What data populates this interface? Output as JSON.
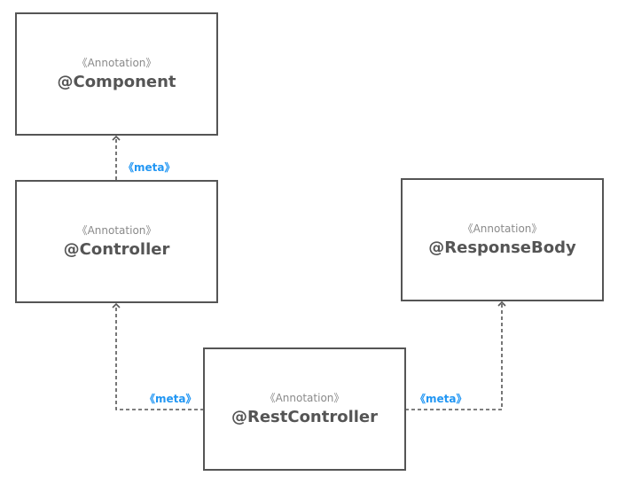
{
  "diagram": {
    "nodes": {
      "component": {
        "stereotype": "《Annotation》",
        "name": "@Component"
      },
      "controller": {
        "stereotype": "《Annotation》",
        "name": "@Controller"
      },
      "response_body": {
        "stereotype": "《Annotation》",
        "name": "@ResponseBody"
      },
      "rest_controller": {
        "stereotype": "《Annotation》",
        "name": "@RestController"
      }
    },
    "edges": [
      {
        "from": "controller",
        "to": "component",
        "label": "《meta》"
      },
      {
        "from": "rest_controller",
        "to": "controller",
        "label": "《meta》"
      },
      {
        "from": "rest_controller",
        "to": "response_body",
        "label": "《meta》"
      }
    ],
    "colors": {
      "box_border": "#555555",
      "stereotype_text": "#8a8a8a",
      "name_text": "#555555",
      "relation_label": "#2196f3",
      "connector": "#555555"
    }
  }
}
